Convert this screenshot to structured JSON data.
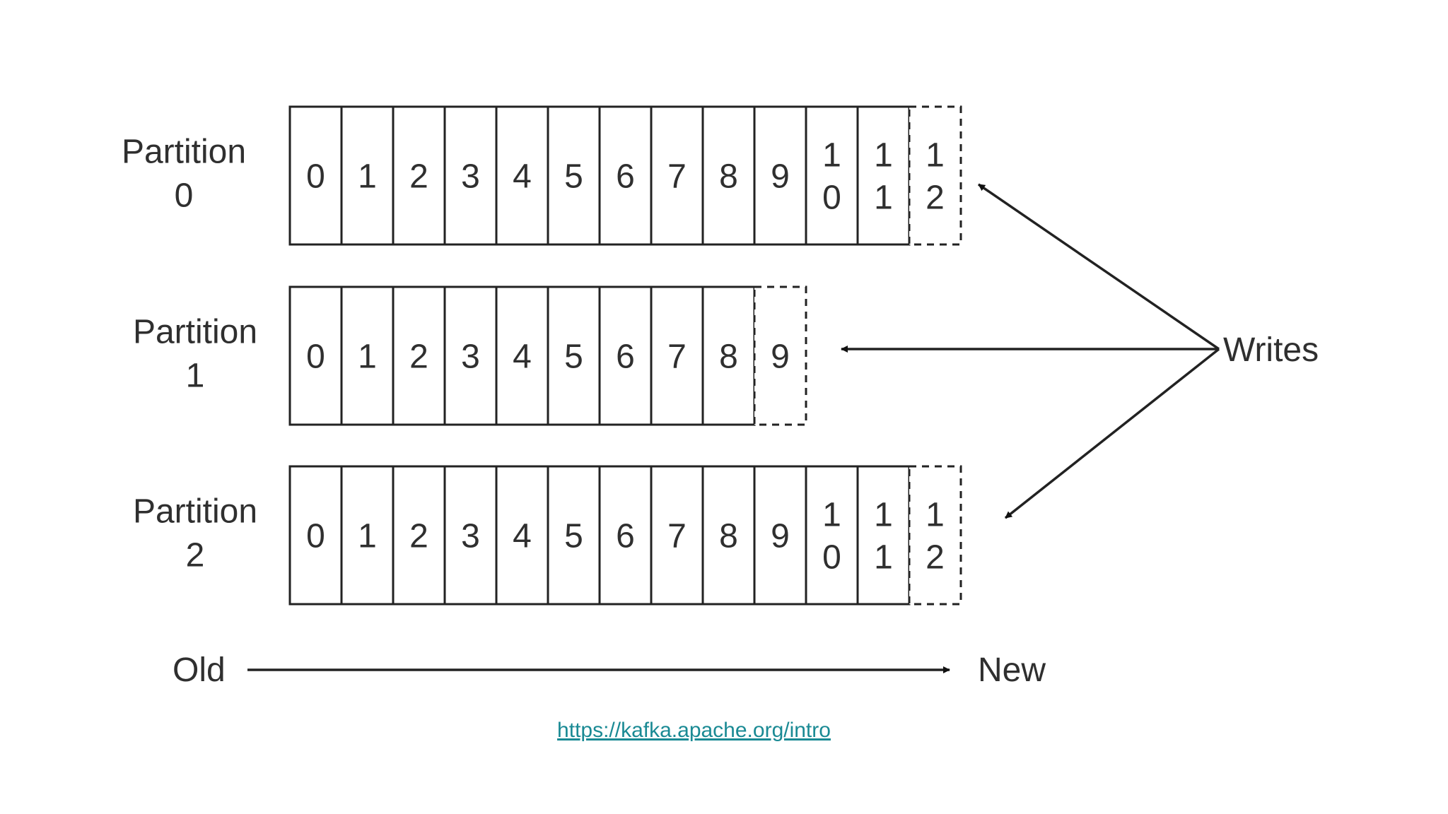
{
  "partitions": [
    {
      "label_line1": "Partition",
      "label_line2": "0",
      "offsets": [
        "0",
        "1",
        "2",
        "3",
        "4",
        "5",
        "6",
        "7",
        "8",
        "9",
        "10",
        "11"
      ],
      "next_offset": "12"
    },
    {
      "label_line1": "Partition",
      "label_line2": "1",
      "offsets": [
        "0",
        "1",
        "2",
        "3",
        "4",
        "5",
        "6",
        "7",
        "8"
      ],
      "next_offset": "9"
    },
    {
      "label_line1": "Partition",
      "label_line2": "2",
      "offsets": [
        "0",
        "1",
        "2",
        "3",
        "4",
        "5",
        "6",
        "7",
        "8",
        "9",
        "10",
        "11"
      ],
      "next_offset": "12"
    }
  ],
  "writes_label": "Writes",
  "timeline": {
    "old_label": "Old",
    "new_label": "New"
  },
  "source_link": "https://kafka.apache.org/intro"
}
